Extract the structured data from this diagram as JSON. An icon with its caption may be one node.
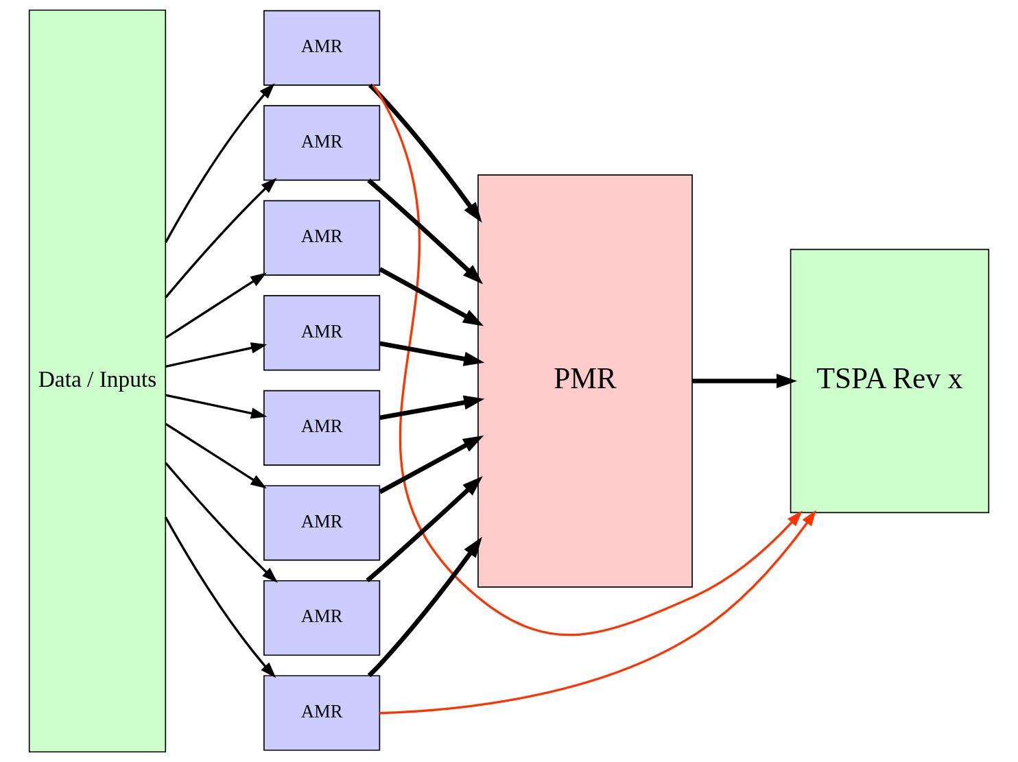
{
  "diagram": {
    "nodes": [
      {
        "text": [
          "Data / Inputs"
        ]
      },
      {
        "text": [
          "AMR"
        ]
      },
      {
        "text": [
          "AMR"
        ]
      },
      {
        "text": [
          "AMR"
        ]
      },
      {
        "text": [
          "AMR"
        ]
      },
      {
        "text": [
          "AMR"
        ]
      },
      {
        "text": [
          "AMR"
        ]
      },
      {
        "text": [
          "AMR"
        ]
      },
      {
        "text": [
          "AMR"
        ]
      },
      {
        "text": [
          "PMR"
        ]
      },
      {
        "text": [
          "TSPA Rev x"
        ]
      }
    ],
    "edges": [
      {
        "from": 0,
        "to": 1,
        "arrow": "to"
      },
      {
        "from": 0,
        "to": 2,
        "arrow": "to"
      },
      {
        "from": 0,
        "to": 3,
        "arrow": "to"
      },
      {
        "from": 0,
        "to": 4,
        "arrow": "to"
      },
      {
        "from": 0,
        "to": 5,
        "arrow": "to"
      },
      {
        "from": 0,
        "to": 6,
        "arrow": "to"
      },
      {
        "from": 0,
        "to": 7,
        "arrow": "to"
      },
      {
        "from": 0,
        "to": 8,
        "arrow": "to"
      },
      {
        "from": 1,
        "to": 9,
        "arrow": "to",
        "style": "thick"
      },
      {
        "from": 2,
        "to": 9,
        "arrow": "to",
        "style": "thick"
      },
      {
        "from": 3,
        "to": 9,
        "arrow": "to",
        "style": "thick"
      },
      {
        "from": 4,
        "to": 9,
        "arrow": "to",
        "style": "thick"
      },
      {
        "from": 5,
        "to": 9,
        "arrow": "to",
        "style": "thick"
      },
      {
        "from": 6,
        "to": 9,
        "arrow": "to",
        "style": "thick"
      },
      {
        "from": 7,
        "to": 9,
        "arrow": "to",
        "style": "thick"
      },
      {
        "from": 8,
        "to": 9,
        "arrow": "to",
        "style": "thick"
      },
      {
        "from": 9,
        "to": 10,
        "arrow": "to",
        "style": "thick"
      },
      {
        "from": 1,
        "to": 10,
        "arrow": "to",
        "color": "#ff3300"
      },
      {
        "from": 8,
        "to": 10,
        "arrow": "to",
        "color": "#ff3300"
      }
    ]
  }
}
